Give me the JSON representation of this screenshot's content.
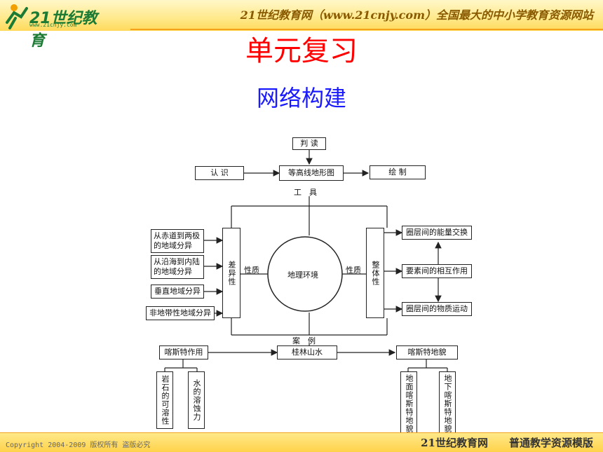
{
  "header": {
    "logo_text": "21世纪教育",
    "logo_url": "www.21cnjy.com",
    "slogan": "21世纪教育网（www.21cnjy.com）全国最大的中小学教育资源网站"
  },
  "title": "单元复习",
  "subtitle": "网络构建",
  "diagram": {
    "pandu": "判 读",
    "renshi": "认 识",
    "dengGaoXian": "等高线地形图",
    "huizhi": "绘 制",
    "gongju": "工　具",
    "chayixing": "差异性",
    "zhengtixing": "整体性",
    "xingzhi_left": "性质",
    "xingzhi_right": "性质",
    "dili": "地理环境",
    "left_items": [
      "从赤道到两极的地域分异",
      "从沿海到内陆的地域分异",
      "垂直地域分异",
      "非地带性地域分异"
    ],
    "right_items": [
      "圈层间的能量交换",
      "要素间的相互作用",
      "圈层间的物质运动"
    ],
    "anli": "案　例",
    "kasite_zuoyong": "喀斯特作用",
    "guilin": "桂林山水",
    "kasite_dimao": "喀斯特地貌",
    "bottom_left": [
      "岩石的可溶性",
      "水的溶蚀力"
    ],
    "bottom_right": [
      "地面喀斯特地貌",
      "地下喀斯特地貌"
    ]
  },
  "footer": {
    "copyright": "Copyright 2004-2009 版权所有 盗版必究",
    "right": "21世纪教育网　　普通教学资源模版"
  },
  "colors": {
    "title": "#ff0000",
    "subtitle": "#1a1aff",
    "header_bg": "#ffe98a"
  }
}
